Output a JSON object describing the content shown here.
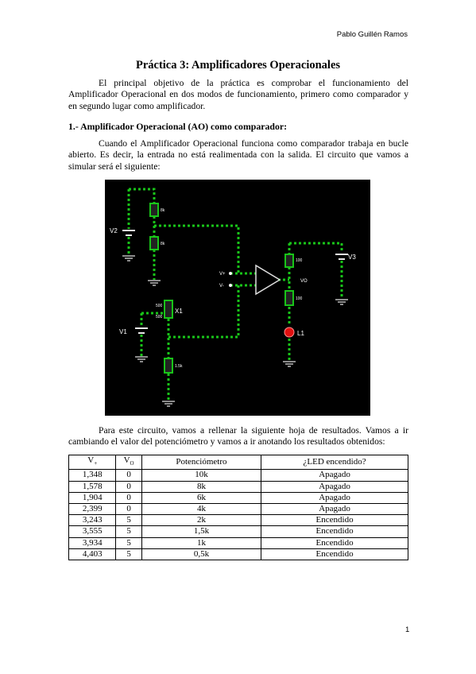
{
  "header": {
    "author": "Pablo Guillén Ramos"
  },
  "title": "Práctica 3: Amplificadores Operacionales",
  "intro": "El principal objetivo de la práctica es comprobar el funcionamiento del Amplificador Operacional en dos modos de funcionamiento, primero como comparador y en segundo lugar como amplificador.",
  "section1": {
    "heading": "1.- Amplificador Operacional (AO) como comparador:",
    "text": "Cuando el Amplificador Operacional funciona como comparador trabaja en bucle abierto. Es decir, la entrada no está realimentada con la salida. El circuito que vamos a simular será el siguiente:",
    "after_figure": "Para este circuito, vamos a rellenar la siguiente hoja de resultados. Vamos a ir cambiando el valor del potenciómetro y vamos a ir anotando los resultados obtenidos:"
  },
  "circuit": {
    "labels": {
      "v2": "V2",
      "v1": "V1",
      "v3": "V3",
      "x1": "X1",
      "l1": "L1",
      "vplus": "V+",
      "vminus": "V-",
      "vo": "VO",
      "r_top": "8k",
      "r_bottom": "8k",
      "r_out_top": "100",
      "r_out_bottom": "100",
      "r_pot_base": "1.5k",
      "pot_top": "500",
      "pot_bottom": "500"
    }
  },
  "table": {
    "headers": [
      "V+",
      "VO",
      "Potenciómetro",
      "¿LED encendido?"
    ],
    "rows": [
      [
        "1,348",
        "0",
        "10k",
        "Apagado"
      ],
      [
        "1,578",
        "0",
        "8k",
        "Apagado"
      ],
      [
        "1,904",
        "0",
        "6k",
        "Apagado"
      ],
      [
        "2,399",
        "0",
        "4k",
        "Apagado"
      ],
      [
        "3,243",
        "5",
        "2k",
        "Encendido"
      ],
      [
        "3,555",
        "5",
        "1,5k",
        "Encendido"
      ],
      [
        "3,934",
        "5",
        "1k",
        "Encendido"
      ],
      [
        "4,403",
        "5",
        "0,5k",
        "Encendido"
      ]
    ]
  },
  "page_number": "1",
  "colors": {
    "wire": "#19c419",
    "wire_dot": "#e8d94a",
    "led": "#e01010",
    "background_circuit": "#000000"
  }
}
